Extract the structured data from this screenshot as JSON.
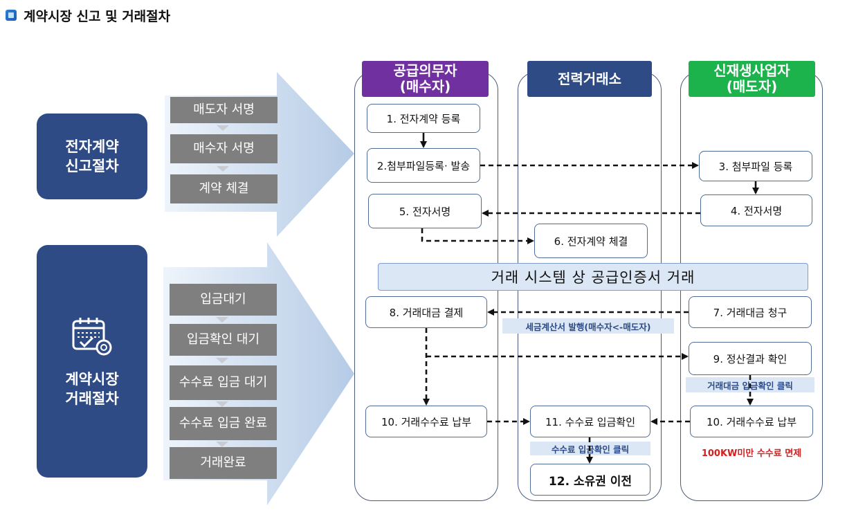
{
  "header": {
    "title": "계약시장 신고 및 거래절차"
  },
  "left": {
    "section1": {
      "line1": "전자계약",
      "line2": "신고절차",
      "steps": [
        "매도자 서명",
        "매수자 서명",
        "계약 체결"
      ]
    },
    "section2": {
      "line1": "계약시장",
      "line2": "거래절차",
      "steps": [
        "입금대기",
        "입금확인 대기",
        "수수료 입금 대기",
        "수수료 입금 완료",
        "거래완료"
      ]
    }
  },
  "columns": {
    "buyer": {
      "line1": "공급의무자",
      "line2": "(매수자)",
      "color": "#7030a0"
    },
    "exchange": {
      "line1": "전력거래소",
      "color": "#2e4b86"
    },
    "seller": {
      "line1": "신재생사업자",
      "line2": "(매도자)",
      "color": "#1db34c"
    }
  },
  "nodes": {
    "n1": "1. 전자계약 등록",
    "n2": "2.첨부파일등록· 발송",
    "n3": "3. 첨부파일 등록",
    "n4": "4. 전자서명",
    "n5": "5. 전자서명",
    "n6": "6. 전자계약 체결",
    "n7": "7. 거래대금 청구",
    "n8": "8. 거래대금 결제",
    "n9": "9. 정산결과 확인",
    "n10a": "10. 거래수수료 납부",
    "n10b": "10. 거래수수료 납부",
    "n11": "11. 수수료 입금확인",
    "n12": "12. 소유권 이전"
  },
  "banner": "거래 시스템 상 공급인증서 거래",
  "notes": {
    "invoice": "세금계산서 발행(매수자<-매도자)",
    "payment_click": "거래대금 입금확인 클릭",
    "fee_click": "수수료 입금확인 클릭",
    "exempt": "100KW미만 수수료 면제"
  }
}
